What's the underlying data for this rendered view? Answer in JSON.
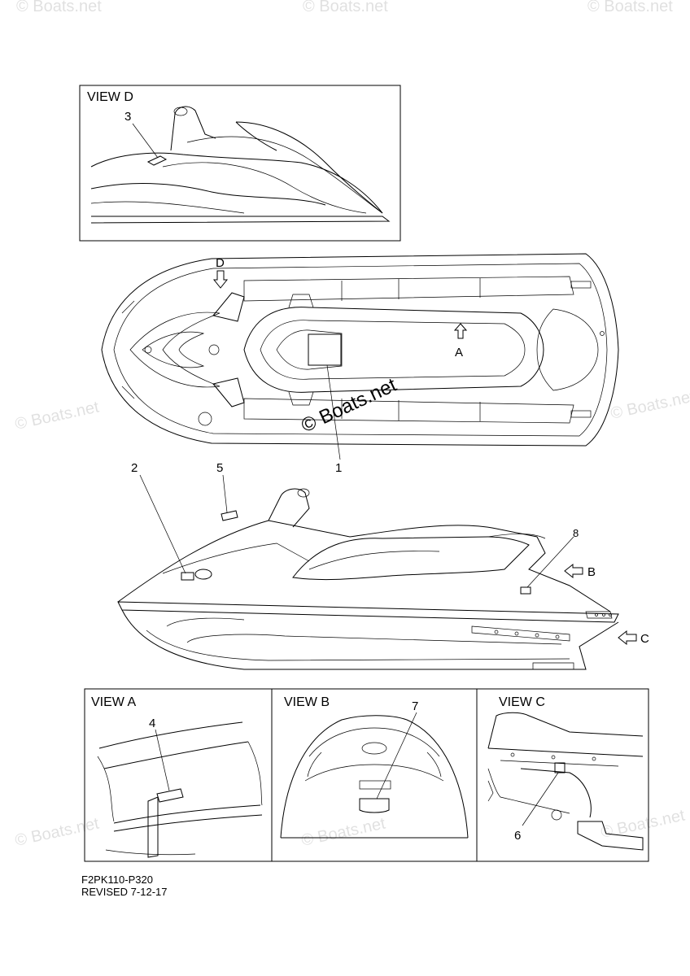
{
  "watermark": "© Boats.net",
  "view_titles": {
    "d": "VIEW D",
    "a": "VIEW A",
    "b": "VIEW B",
    "c": "VIEW C"
  },
  "direction_markers": {
    "d": "D",
    "a": "A",
    "b": "B",
    "c": "C"
  },
  "callouts": [
    "1",
    "2",
    "3",
    "4",
    "5",
    "6",
    "7",
    "8"
  ],
  "footer": {
    "code": "F2PK110-P320",
    "revised": "REVISED 7-12-17"
  }
}
